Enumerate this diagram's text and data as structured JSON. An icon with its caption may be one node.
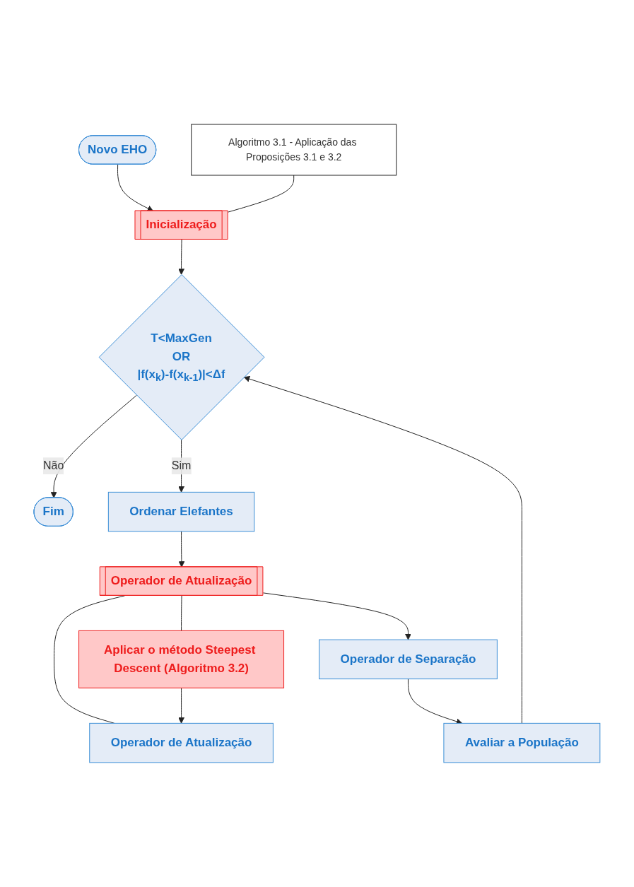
{
  "diagram": {
    "nodes": [
      {
        "text": [
          "Novo EHO"
        ]
      },
      {
        "text": [
          "Inicialização"
        ]
      },
      {
        "text": [
          "Algoritmo 3.1 - Aplicação das Proposições 3.1 e 3.2"
        ]
      },
      {
        "text": [
          "T<MaxGen",
          "OR",
          "|f(x$_{k}$)-f(x$_{k-1}$)|<Δf"
        ]
      },
      {
        "text": [
          "Fim"
        ]
      },
      {
        "text": [
          "Ordenar Elefantes"
        ]
      },
      {
        "text": [
          "Operador de Atualização"
        ]
      },
      {
        "text": [
          "Aplicar o método Steepest Descent (Algoritmo 3.2)"
        ]
      },
      {
        "text": [
          "Operador de Atualização"
        ]
      },
      {
        "text": [
          "Operador de Separação"
        ]
      },
      {
        "text": [
          "Avaliar a População"
        ]
      }
    ],
    "edges": [
      {
        "from": 0,
        "to": 1,
        "arrow": "to"
      },
      {
        "from": 2,
        "to": 1,
        "arrow": "none"
      },
      {
        "from": 1,
        "to": 3,
        "arrow": "to"
      },
      {
        "from": 3,
        "to": 4,
        "label": "Não",
        "arrow": "to"
      },
      {
        "from": 3,
        "to": 5,
        "label": "Sim",
        "arrow": "to"
      },
      {
        "from": 5,
        "to": 6,
        "arrow": "to"
      },
      {
        "from": 6,
        "to": 7,
        "arrow": "none"
      },
      {
        "from": 6,
        "to": 8,
        "arrow": "none"
      },
      {
        "from": 7,
        "to": 8,
        "arrow": "to"
      },
      {
        "from": 6,
        "to": 9,
        "arrow": "to"
      },
      {
        "from": 9,
        "to": 10,
        "arrow": "to"
      },
      {
        "from": 10,
        "to": 3,
        "arrow": "to"
      }
    ]
  }
}
